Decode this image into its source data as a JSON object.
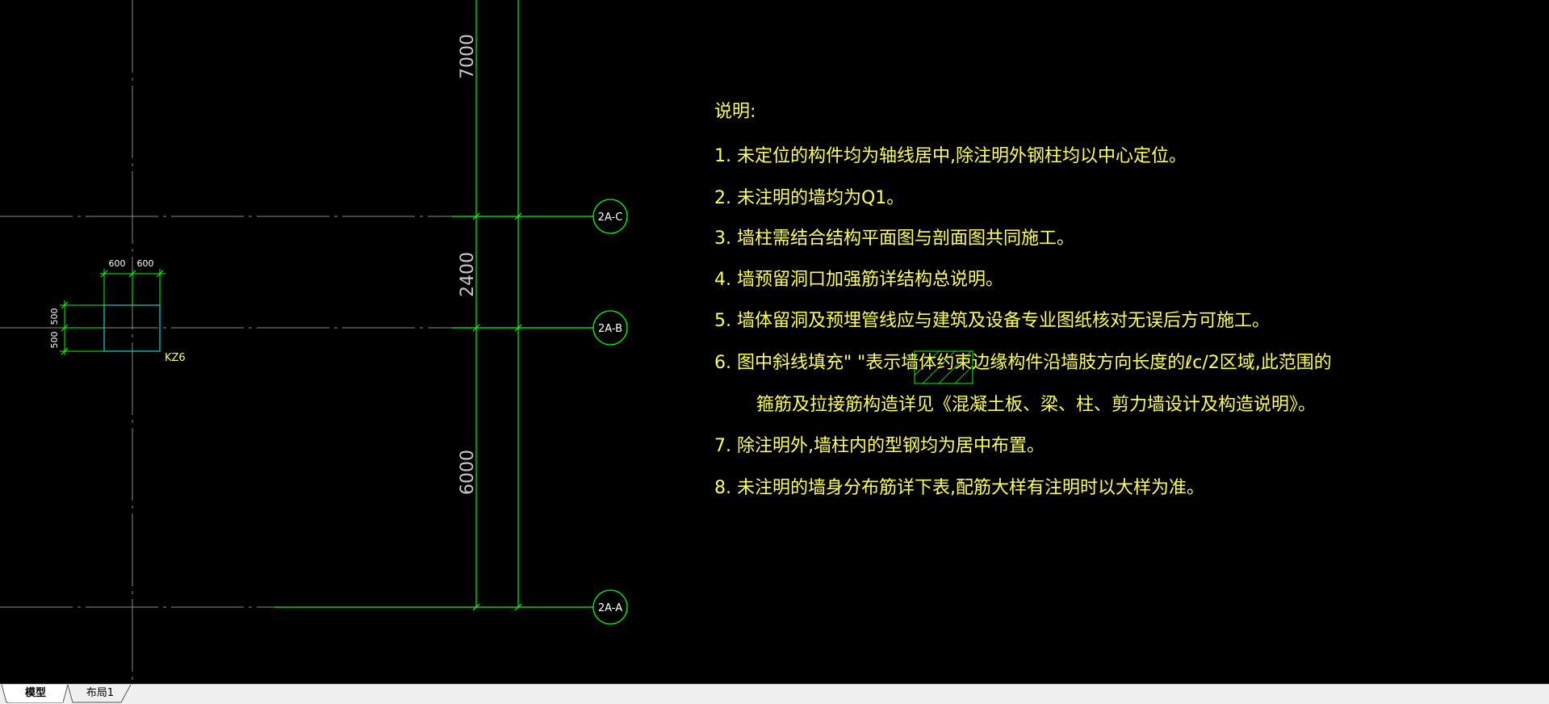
{
  "drawing": {
    "dimensions": {
      "top": "7000",
      "middle": "2400",
      "bottom": "6000",
      "col_width_left": "600",
      "col_width_right": "600",
      "col_height_top": "500",
      "col_height_bottom": "500"
    },
    "column_label": "KZ6",
    "axis_bubbles": [
      "2A-C",
      "2A-B",
      "2A-A"
    ],
    "notes": {
      "title": "说明:",
      "items": [
        "1. 未定位的构件均为轴线居中,除注明外钢柱均以中心定位。",
        "2. 未注明的墙均为Q1。",
        "3. 墙柱需结合结构平面图与剖面图共同施工。",
        "4. 墙预留洞口加强筋详结构总说明。",
        "5. 墙体留洞及预埋管线应与建筑及设备专业图纸核对无误后方可施工。",
        "6. 图中斜线填充\"        \"表示墙体约束边缘构件沿墙肢方向长度的ℓc/2区域,此范围的",
        "箍筋及拉接筋构造详见《混凝土板、梁、柱、剪力墙设计及构造说明》。",
        "7. 除注明外,墙柱内的型钢均为居中布置。",
        "8. 未注明的墙身分布筋详下表,配筋大样有注明时以大样为准。"
      ]
    },
    "colors": {
      "background": "#000000",
      "grid_line": "#8a8a8a",
      "green_line": "#00ff00",
      "column": "#00c8c8",
      "notes_text": "#ffff5a",
      "dim_text": "#c8c8c8"
    }
  },
  "tabs": [
    {
      "label": "模型",
      "active": true
    },
    {
      "label": "布局1",
      "active": false
    }
  ]
}
